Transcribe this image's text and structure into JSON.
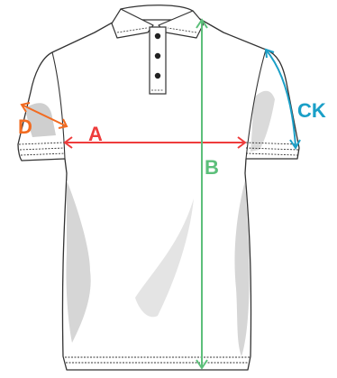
{
  "diagram": {
    "subject": "polo shirt",
    "measurements": [
      {
        "key": "A",
        "label": "A",
        "color": "#ee3c3c"
      },
      {
        "key": "B",
        "label": "B",
        "color": "#5cbf7a"
      },
      {
        "key": "CK",
        "label": "CK",
        "color": "#1a9fc7"
      },
      {
        "key": "D",
        "label": "D",
        "color": "#f26b21"
      }
    ],
    "placket_buttons": 3,
    "colors": {
      "shirt_fill": "#ffffff",
      "shirt_stroke": "#333333",
      "shadow": "#cfcfcf"
    }
  }
}
